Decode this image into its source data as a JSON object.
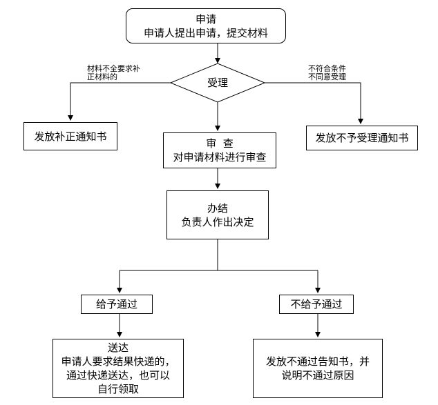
{
  "start": {
    "title": "申请",
    "text": "申请人提出申请，提交材料"
  },
  "decision": {
    "label": "受理"
  },
  "left_branch": {
    "condition_line1": "材料不全要求补",
    "condition_line2": "正材料的",
    "box": "发放补正通知书"
  },
  "right_branch": {
    "condition_line1": "不符合条件",
    "condition_line2": "不同意受理",
    "box": "发放不予受理通知书"
  },
  "review": {
    "title": "审  查",
    "text": "对申请材料进行审查"
  },
  "conclude": {
    "title": "办结",
    "text": "负责人作出决定"
  },
  "approve": {
    "label": "给予通过"
  },
  "reject": {
    "label": "不给予通过"
  },
  "deliver": {
    "line1": "送达",
    "line2": "申请人要求结果快递的，",
    "line3": "通过快递送达，也可以",
    "line4": "自行领取"
  },
  "notice": {
    "line1": "发放不通过告知书，并",
    "line2": "说明不通过原因"
  }
}
